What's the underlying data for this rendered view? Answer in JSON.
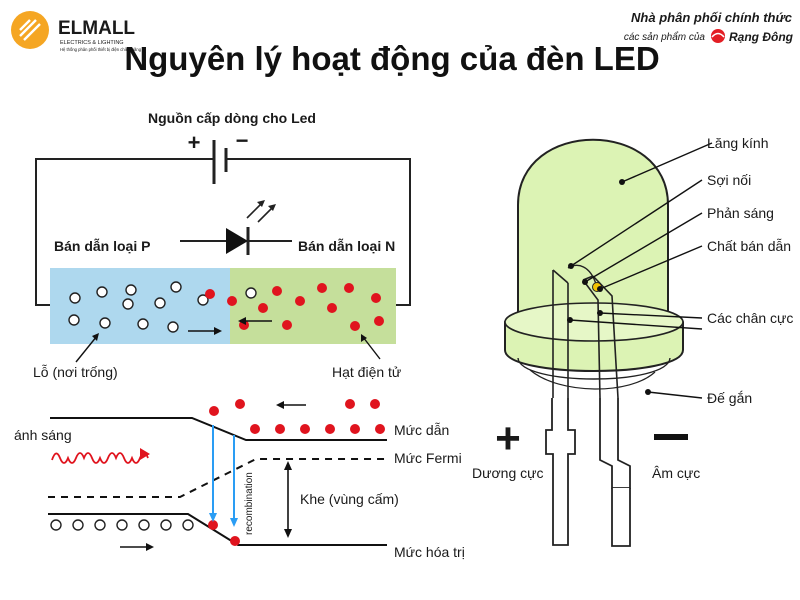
{
  "brand": {
    "name": "ELMALL",
    "tagline": "ELECTRICS & LIGHTING",
    "tagline_small": "Hệ thống phân phối thiết bị điện chính hãng",
    "distributor_line1": "Nhà phân phối chính thức",
    "distributor_line2": "các sản phẩm của",
    "partner_name": "Rạng Đông",
    "colors": {
      "logo_orange": "#f5a623",
      "partner_red": "#e31e24"
    }
  },
  "title": "Nguyên lý hoạt động của đèn LED",
  "circuit": {
    "source_label": "Nguồn cấp dòng cho Led",
    "plus": "+",
    "minus": "−",
    "p_label": "Bán dẫn loại P",
    "n_label": "Bán dẫn loại N",
    "hole_label": "Lỗ (nơi trống)",
    "electron_label": "Hạt điện tử",
    "colors": {
      "p_region": "#aed8ee",
      "n_region": "#c5df9b",
      "electron": "#e0141e"
    }
  },
  "band": {
    "light_label": "ánh sáng",
    "conduction": "Mức dẫn",
    "fermi": "Mức Fermi",
    "gap": "Khe (vùng cấm)",
    "valence": "Mức hóa trị",
    "recombination": "recombination",
    "colors": {
      "transition": "#2a9df4",
      "light_wave": "#e0141e"
    }
  },
  "led": {
    "lens": "Lăng kính",
    "wire": "Sợi nối",
    "reflector": "Phản sáng",
    "chip": "Chất bán dẫn",
    "leads": "Các chân cực",
    "base": "Đế gắn",
    "anode_sign": "+",
    "cathode_sign": "−",
    "anode": "Dương cực",
    "cathode": "Âm cực",
    "colors": {
      "body": "#dcf3b4",
      "sign": "#e0141e"
    }
  }
}
